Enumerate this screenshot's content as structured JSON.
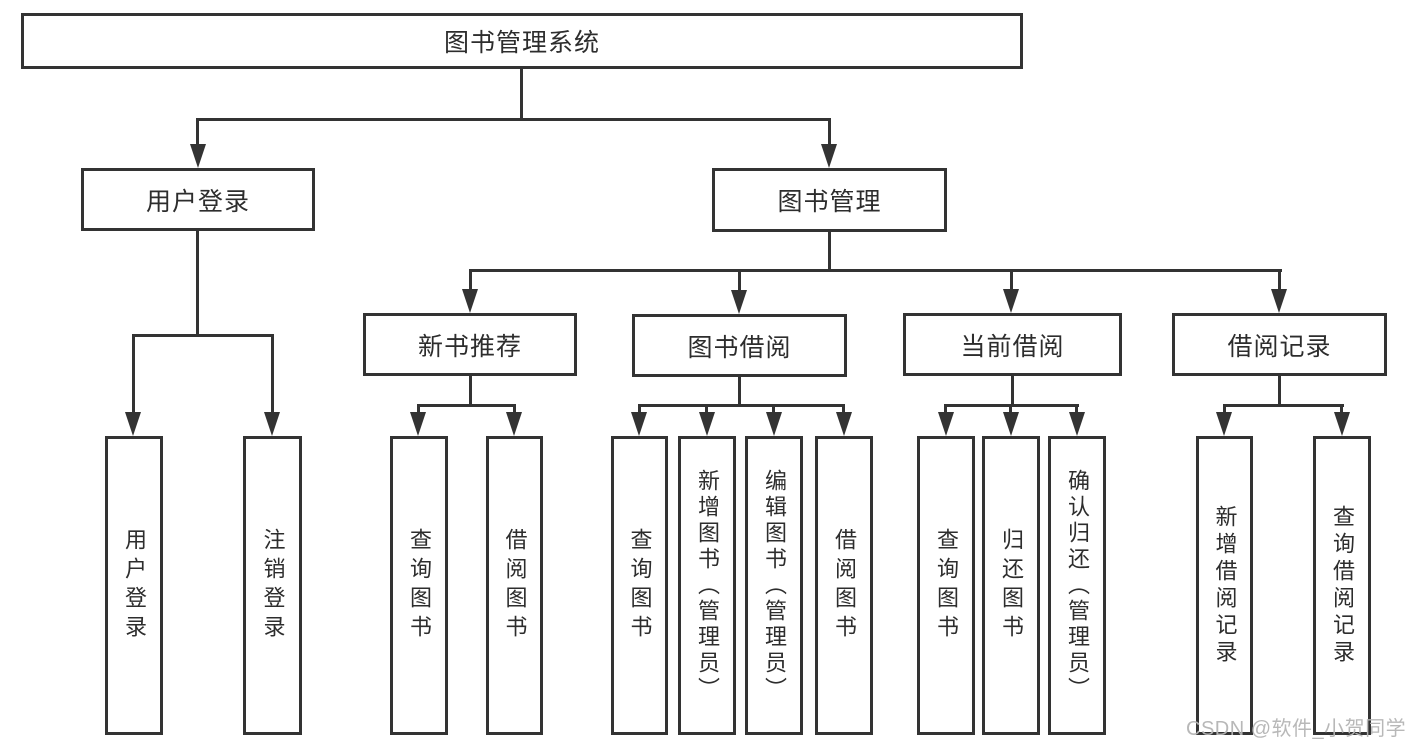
{
  "diagram": {
    "root": {
      "label": "图书管理系统"
    },
    "level2": [
      {
        "label": "用户登录",
        "leaves": [
          "用户登录",
          "注销登录"
        ]
      },
      {
        "label": "图书管理",
        "groups": [
          {
            "label": "新书推荐",
            "leaves": [
              "查询图书",
              "借阅图书"
            ]
          },
          {
            "label": "图书借阅",
            "leaves": [
              "查询图书",
              "新增图书（管理员）",
              "编辑图书（管理员）",
              "借阅图书"
            ]
          },
          {
            "label": "当前借阅",
            "leaves": [
              "查询图书",
              "归还图书",
              "确认归还（管理员）"
            ]
          },
          {
            "label": "借阅记录",
            "leaves": [
              "新增借阅记录",
              "查询借阅记录"
            ]
          }
        ]
      }
    ],
    "colors": {
      "line": "#333333",
      "text": "#2d2d2d",
      "background": "#ffffff",
      "watermark": "#b5b5b5"
    },
    "watermark": {
      "text": "CSDN @软件_小贺同学"
    }
  }
}
